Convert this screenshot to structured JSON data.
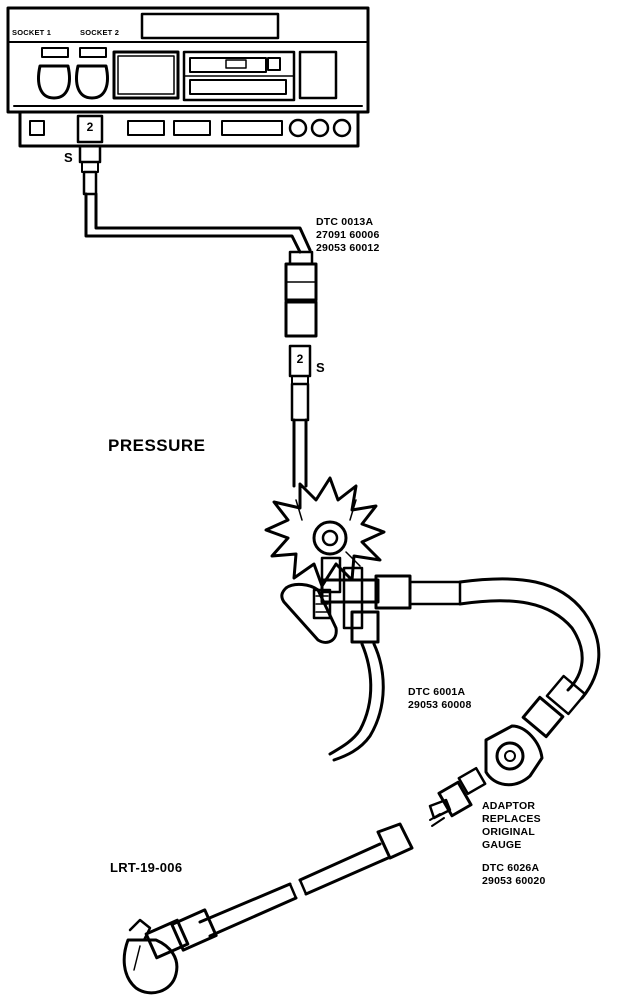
{
  "unit": {
    "socket_1_label": "SOCKET 1",
    "socket_2_label": "SOCKET 2"
  },
  "connectors": {
    "upper_plug_number": "2",
    "upper_plug_letter": "S",
    "lower_plug_number": "2",
    "lower_plug_letter": "S"
  },
  "labels": {
    "pressure": "PRESSURE",
    "lead_part": [
      "DTC 0013A",
      "27091 60006",
      "29053 60012"
    ],
    "sender_part": [
      "DTC 6001A",
      "29053 60008"
    ],
    "adaptor_note": [
      "ADAPTOR",
      "REPLACES",
      "ORIGINAL",
      "GAUGE"
    ],
    "adaptor_part": [
      "DTC 6026A",
      "29053 60020"
    ],
    "lrt_part": "LRT-19-006"
  }
}
